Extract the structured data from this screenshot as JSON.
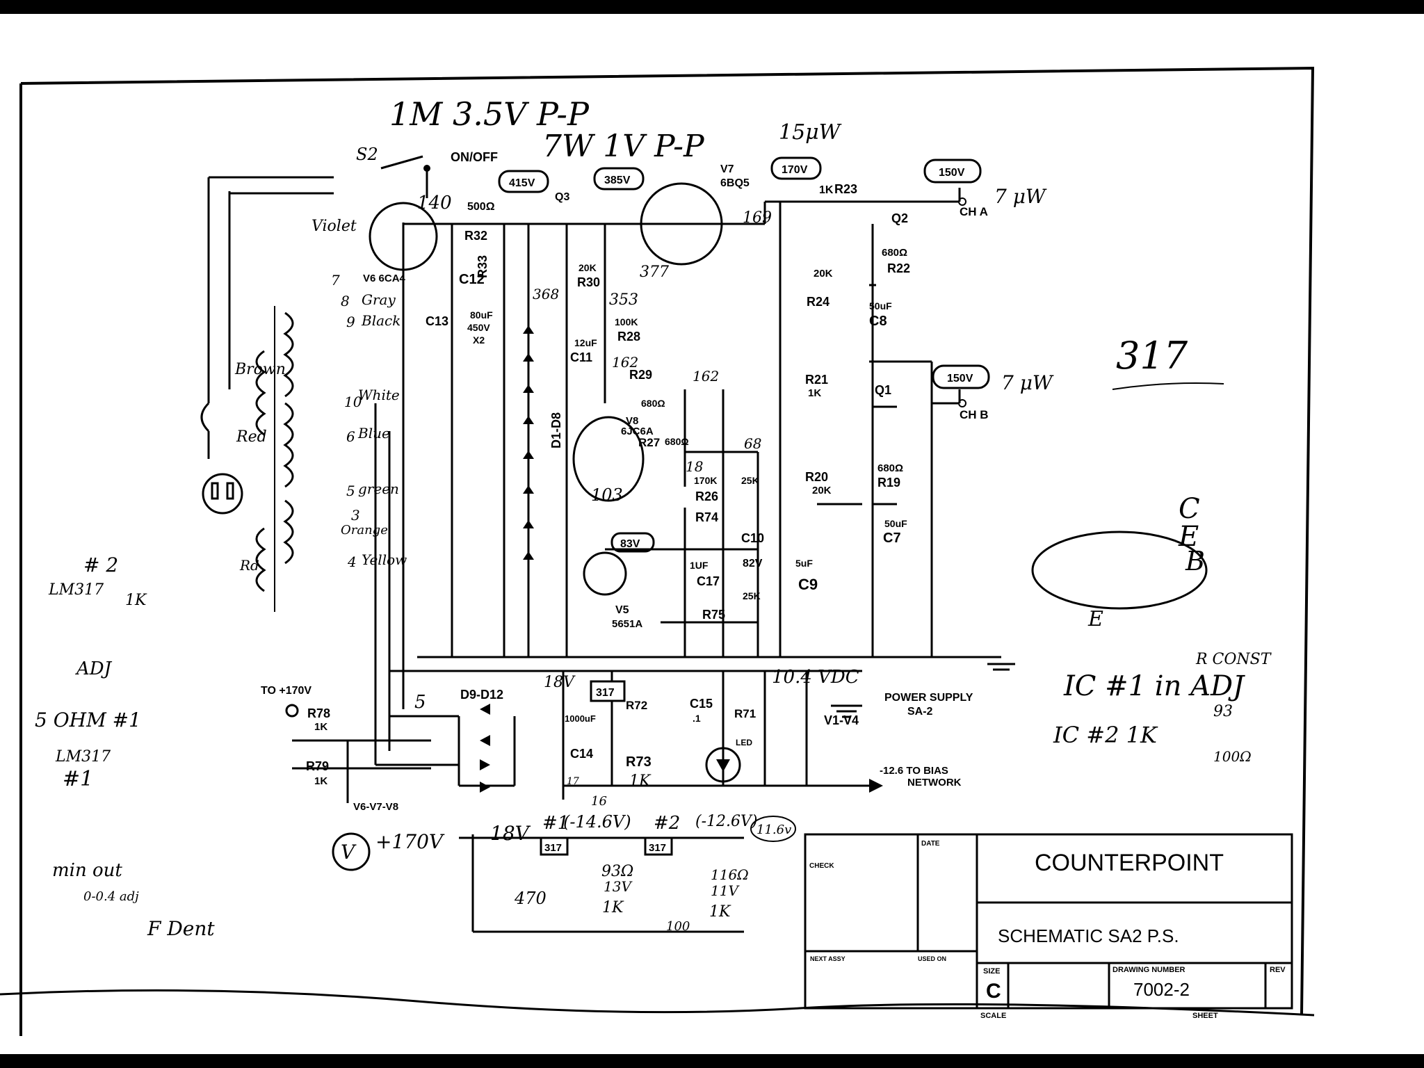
{
  "colors": {
    "paper": "#ffffff",
    "ink": "#111111",
    "frame": "#000000"
  },
  "title_block": {
    "company": "COUNTERPOINT",
    "title": "SCHEMATIC  SA2  P.S.",
    "size_label": "SIZE",
    "size": "C",
    "drawing_number_label": "DRAWING NUMBER",
    "drawing_number": "7002-2",
    "rev_label": "REV",
    "date_label": "DATE",
    "check_label": "CHECK",
    "next_assy_label": "NEXT ASSY",
    "used_on_label": "USED ON",
    "scale_label": "SCALE",
    "sheet_label": "SHEET"
  },
  "top_notes": {
    "note1": "1M 3.5V P-P",
    "note2": "7W 1V P-P",
    "note3": "15μW"
  },
  "switch": {
    "ref": "S2",
    "label": "ON/OFF"
  },
  "rail_voltages": {
    "v415": "415V",
    "v385": "385V",
    "v170": "170V",
    "v150a": "150V",
    "v150b": "150V",
    "v83": "83V",
    "v82": "82V"
  },
  "outputs": {
    "cha": "CH A",
    "chb": "CH B",
    "cha_note": "7 μW",
    "chb_note": "7 μW"
  },
  "tubes": {
    "v6": "V6 6CA4",
    "v7_ref": "V7",
    "v7": "6BQ5",
    "v8_ref": "V8",
    "v8": "6JC6A",
    "v5_ref": "V5",
    "v5": "5651A"
  },
  "transistors": {
    "q1": "Q1",
    "q2": "Q2",
    "q3": "Q3"
  },
  "parts": {
    "r32": "R32",
    "r32_val": "500Ω",
    "r33": "R33",
    "r30": "R30",
    "r30_val": "20K",
    "r28": "R28",
    "r28_val": "100K",
    "r29": "R29",
    "r29_val": "680Ω",
    "r27": "R27",
    "r27_val": "680Ω",
    "r26": "R26",
    "r26_val": "170K",
    "r74": "R74",
    "r74_val": "25K",
    "r75": "R75",
    "r75_val": "25K",
    "r23": "R23",
    "r23_val": "1K",
    "r22": "R22",
    "r22_val": "680Ω",
    "r24": "R24",
    "r24_val": "20K",
    "r21": "R21",
    "r21_val": "1K",
    "r20": "R20",
    "r20_val": "20K",
    "r19": "R19",
    "r19_val": "680Ω",
    "r78": "R78",
    "r78_val": "1K",
    "r79": "R79",
    "r79_val": "1K",
    "r72": "R72",
    "r73": "R73",
    "r73_val": "1K",
    "r71": "R71",
    "led": "LED",
    "c12": "C12",
    "c13": "C13",
    "c12_val": "80uF",
    "c12_volt": "450V",
    "c12_qty": "X2",
    "c11": "C11",
    "c11_val": "12uF",
    "c10": "C10",
    "c17": "C17",
    "c17_val": "1UF",
    "c9": "C9",
    "c9_val": "5uF",
    "c8": "C8",
    "c8_val": "50uF",
    "c7": "C7",
    "c7_val": "50uF",
    "c14": "C14",
    "c14_val": "1000uF",
    "c15": "C15",
    "c15_val": ".1",
    "d1d8": "D1-D8",
    "d9d12": "D9-D12",
    "reg": "317"
  },
  "node_notes": {
    "n140": "140",
    "n353": "353",
    "n162a": "162",
    "n162b": "162",
    "n169": "169",
    "n368": "368",
    "n377": "377",
    "n18a": "18",
    "n68": "68",
    "n18v": "18V",
    "n104vdc": "10.4 VDC",
    "n17": "17",
    "n16": "16",
    "n103": "103"
  },
  "transformer_wires": {
    "w_violet": "Violet",
    "w_brown": "Brown",
    "w_red": "Red",
    "w_gray": "Gray",
    "w_black": "Black",
    "w_white": "White",
    "w_blue": "Blue",
    "w_green": "green",
    "w_orange": "Orange",
    "w_yellow": "Yellow",
    "w_rd": "Rd",
    "pin7": "7",
    "pin8": "8",
    "pin9": "9",
    "pin10": "10",
    "pin6": "6",
    "pin5": "5",
    "pin3": "3",
    "pin4": "4"
  },
  "supply": {
    "to170": "TO +170V",
    "heaters": "V6-V7-V8",
    "v170": "+170V",
    "ps_title": "POWER SUPPLY",
    "ps_sub": "SA-2",
    "v1v4": "V1-V4",
    "bias": "-12.6 TO BIAS",
    "network": "NETWORK",
    "five": "5"
  },
  "bottom_circuit": {
    "b18v": "18V",
    "ic1": "#1",
    "ic2": "#2",
    "v146": "(-14.6V)",
    "v126": "(-12.6V)",
    "v116": "11.6v",
    "r93": "93Ω",
    "v13": "13V",
    "k1a": "1K",
    "k1b": "1K",
    "r116": "116Ω",
    "v11": "11V",
    "c470": "470",
    "c100": "100",
    "fdent": "F Dent"
  },
  "side_notes": {
    "left1": "# 2",
    "left2": "LM317",
    "left3": "1K",
    "left4": "ADJ",
    "left5": "5 OHM #1",
    "left6": "LM317",
    "left7": "#1",
    "left8": "min out",
    "left9": "0-0.4 adj",
    "right317": "317",
    "ice": "C",
    "iee": "E",
    "ieb": "B",
    "ief": "E",
    "ic1_note": "IC #1  in  ADJ",
    "ic2_note": "IC #2  1K",
    "cons": "R  CONST",
    "n93": "93",
    "n100": "100Ω"
  }
}
